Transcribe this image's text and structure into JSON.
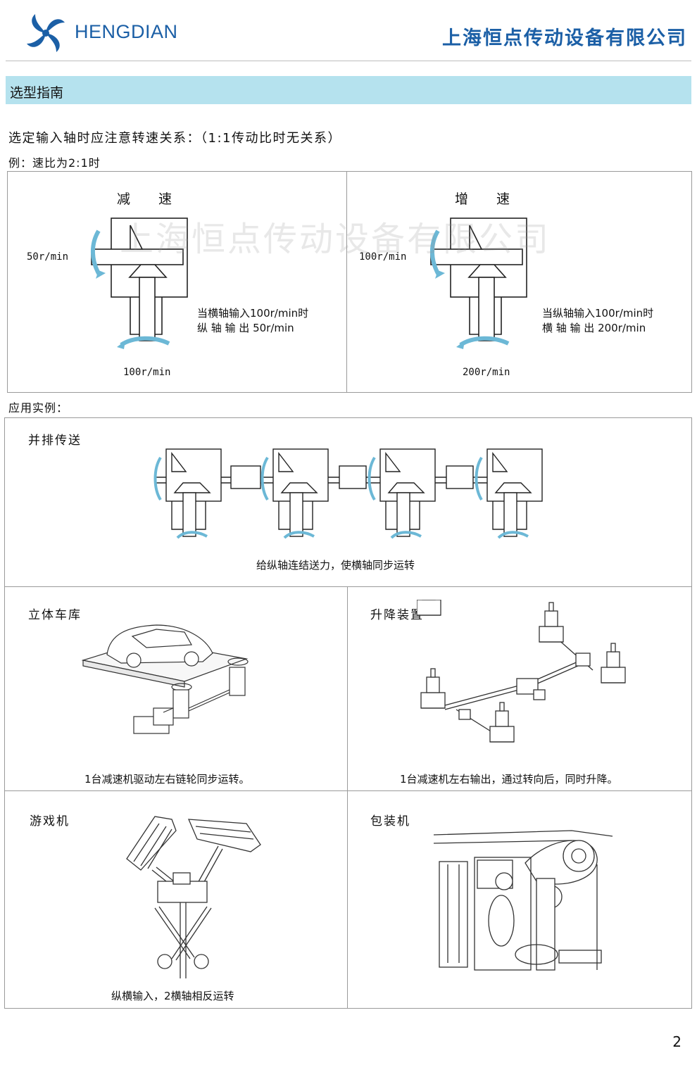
{
  "header": {
    "brand": "HENGDIAN",
    "company": "上海恒点传动设备有限公司"
  },
  "section_title": "选型指南",
  "intro": "选定输入轴时应注意转速关系：（1:1传动比时无关系）",
  "example_label": "例：速比为2:1时",
  "watermark": "上海恒点传动设备有限公司",
  "reduction": {
    "title": "减速",
    "input_speed": "50r/min",
    "output_speed": "100r/min",
    "note_line1": "当横轴输入100r/min时",
    "note_line2": "纵 轴 输 出 50r/min"
  },
  "increase": {
    "title": "增速",
    "input_speed": "100r/min",
    "output_speed": "200r/min",
    "note_line1": "当纵轴输入100r/min时",
    "note_line2": "横 轴 输 出 200r/min"
  },
  "apps_label": "应用实例：",
  "apps": {
    "parallel": {
      "title": "并排传送",
      "caption": "给纵轴连结送力，使横轴同步运转"
    },
    "garage": {
      "title": "立体车库",
      "caption": "1台减速机驱动左右链轮同步运转。"
    },
    "lifting": {
      "title": "升降装置",
      "caption": "1台减速机左右输出，通过转向后，同时升降。"
    },
    "game": {
      "title": "游戏机",
      "caption": "纵横输入，2横轴相反运转"
    },
    "packaging": {
      "title": "包装机",
      "caption": ""
    }
  },
  "page_number": "2",
  "colors": {
    "brand_blue": "#1b5fa6",
    "section_bar": "#b5e2ee",
    "arrow_blue": "#6cb8d6"
  }
}
